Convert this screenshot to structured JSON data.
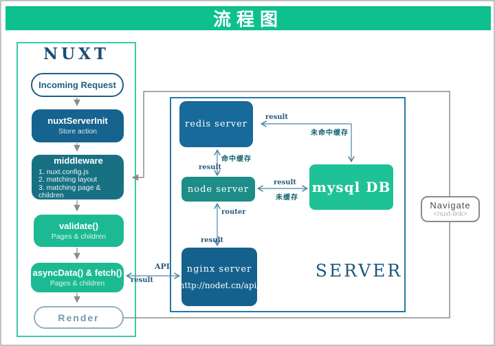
{
  "page": {
    "title": "流程图"
  },
  "nuxt": {
    "title": "NUXT",
    "steps": [
      {
        "label": "Incoming Request"
      },
      {
        "label": "nuxtServerInit",
        "sub": "Store action"
      },
      {
        "label": "middleware",
        "items": [
          "1. nuxt.config.js",
          "2. matching layout",
          "3. matching page & children"
        ]
      },
      {
        "label": "validate()",
        "sub": "Pages & children"
      },
      {
        "label": "asyncData() & fetch()",
        "sub": "Pages & children"
      },
      {
        "label": "Render"
      }
    ]
  },
  "server": {
    "title": "SERVER",
    "redis": "redis server",
    "node": "node server",
    "nginx": {
      "label": "nginx server",
      "url": "http://nodet.cn/api/"
    },
    "mysql": "mysql DB"
  },
  "navigate": {
    "label": "Navigate",
    "sub": "<nuxt-link>"
  },
  "edges": {
    "redis_result": "result",
    "cache_miss": "未命中缓存",
    "cache_hit": "命中缓存",
    "hit_result": "result",
    "mysql_result": "result",
    "not_cached": "未缓存",
    "router": "router",
    "router_result": "result",
    "api": "API",
    "api_result": "result"
  },
  "colors": {
    "banner": "#0ec08e",
    "dark_blue": "#15638e",
    "teal_dark": "#187083",
    "teal": "#1e8c87",
    "green": "#1cba93",
    "line_blue": "#4a84a3",
    "line_gray": "#8c8c8c"
  }
}
